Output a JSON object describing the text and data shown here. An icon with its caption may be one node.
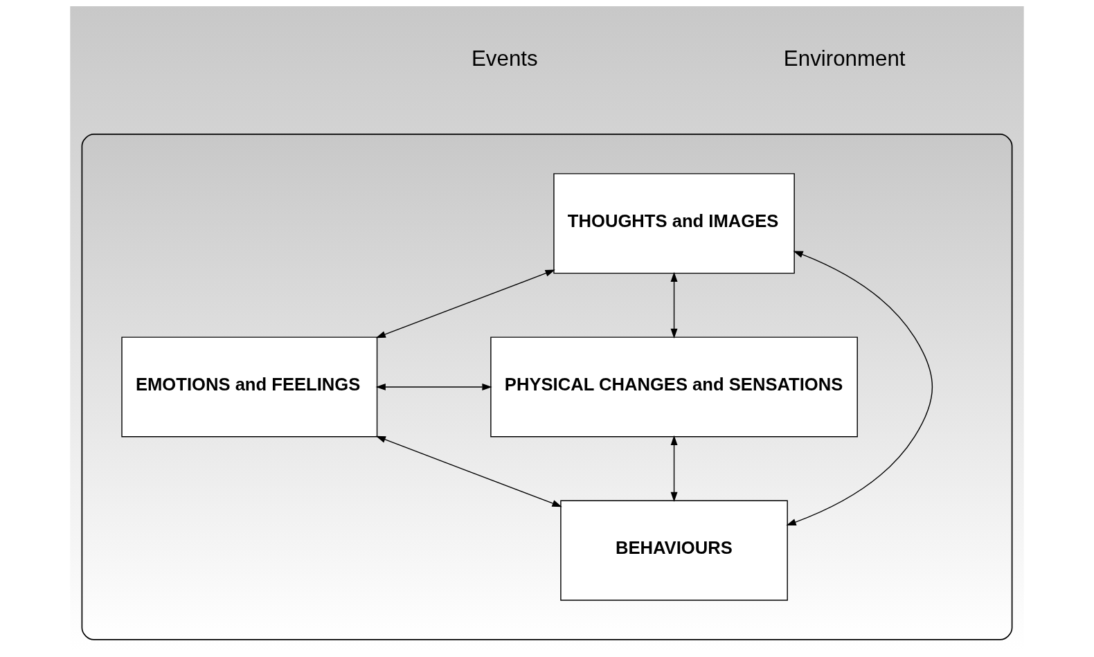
{
  "diagram": {
    "nodes": [
      {
        "text": [],
        "shape": "ellipse"
      },
      {
        "text": [
          "THOUGHTS and IMAGES"
        ],
        "in": 0
      },
      {
        "text": [
          "EMOTIONS and FEELINGS"
        ],
        "in": 0
      },
      {
        "text": [
          "PHYSICAL CHANGES and SENSATIONS"
        ],
        "in": 0
      },
      {
        "text": [
          "BEHAVIOURS"
        ],
        "in": 0
      }
    ],
    "edges": [
      {
        "from": 1,
        "to": 2,
        "arrow": "both"
      },
      {
        "from": 1,
        "to": 3,
        "arrow": "both"
      },
      {
        "from": 1,
        "to": 4,
        "arrow": "both"
      },
      {
        "from": 2,
        "to": 3,
        "arrow": "both"
      },
      {
        "from": 2,
        "to": 4,
        "arrow": "both"
      },
      {
        "from": 3,
        "to": 4,
        "arrow": "both"
      }
    ],
    "labels": [
      "Events",
      "Environment"
    ]
  }
}
